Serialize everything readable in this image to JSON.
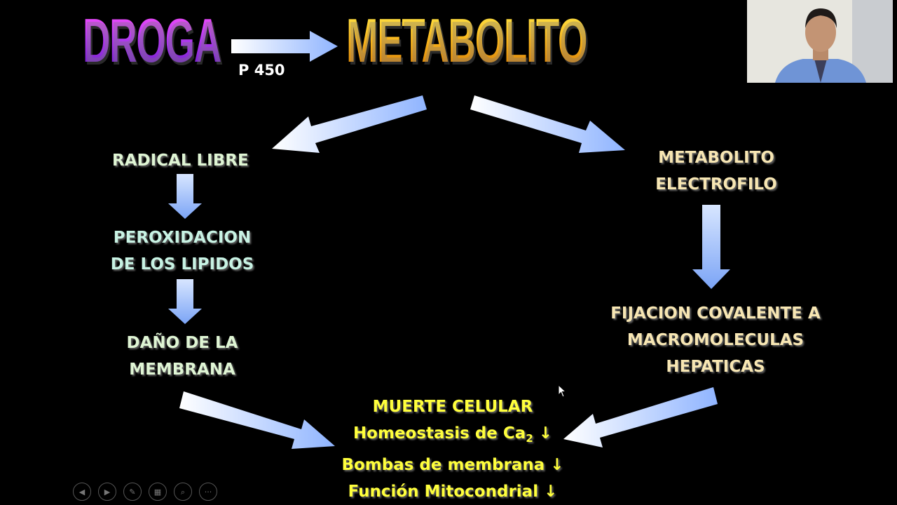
{
  "slide": {
    "title_left": "DROGA",
    "title_right": "METABOLITO",
    "enzyme_label": "P 450",
    "left_branch": {
      "step1": "RADICAL LIBRE",
      "step2_line1": "PEROXIDACION",
      "step2_line2": "DE LOS LIPIDOS",
      "step3_line1": "DAÑO DE LA",
      "step3_line2": "MEMBRANA"
    },
    "right_branch": {
      "step1_line1": "METABOLITO",
      "step1_line2": "ELECTROFILO",
      "step2_line1": "FIJACION COVALENTE A",
      "step2_line2": "MACROMOLECULAS",
      "step2_line3": "HEPATICAS"
    },
    "outcome": {
      "line1": "MUERTE CELULAR",
      "line2": "Homeostasis de Ca",
      "line2_sub": "2",
      "line3": "Bombas de membrana",
      "line4": "Función Mitocondrial",
      "down_arrow": "↓"
    }
  },
  "colors": {
    "background": "#000000",
    "arrow_fill_light": "#ffffff",
    "arrow_fill_blue": "#8fb4ff",
    "outcome_text": "#ffff3c",
    "right_text": "#f7e6b3",
    "left_text": "#dff5d4"
  },
  "toolbar": {
    "buttons": [
      {
        "name": "previous-slide-button",
        "icon": "◀"
      },
      {
        "name": "next-slide-button",
        "icon": "▶"
      },
      {
        "name": "pen-tool-button",
        "icon": "✎"
      },
      {
        "name": "see-all-slides-button",
        "icon": "▦"
      },
      {
        "name": "zoom-button",
        "icon": "⌕"
      },
      {
        "name": "more-options-button",
        "icon": "···"
      }
    ]
  }
}
